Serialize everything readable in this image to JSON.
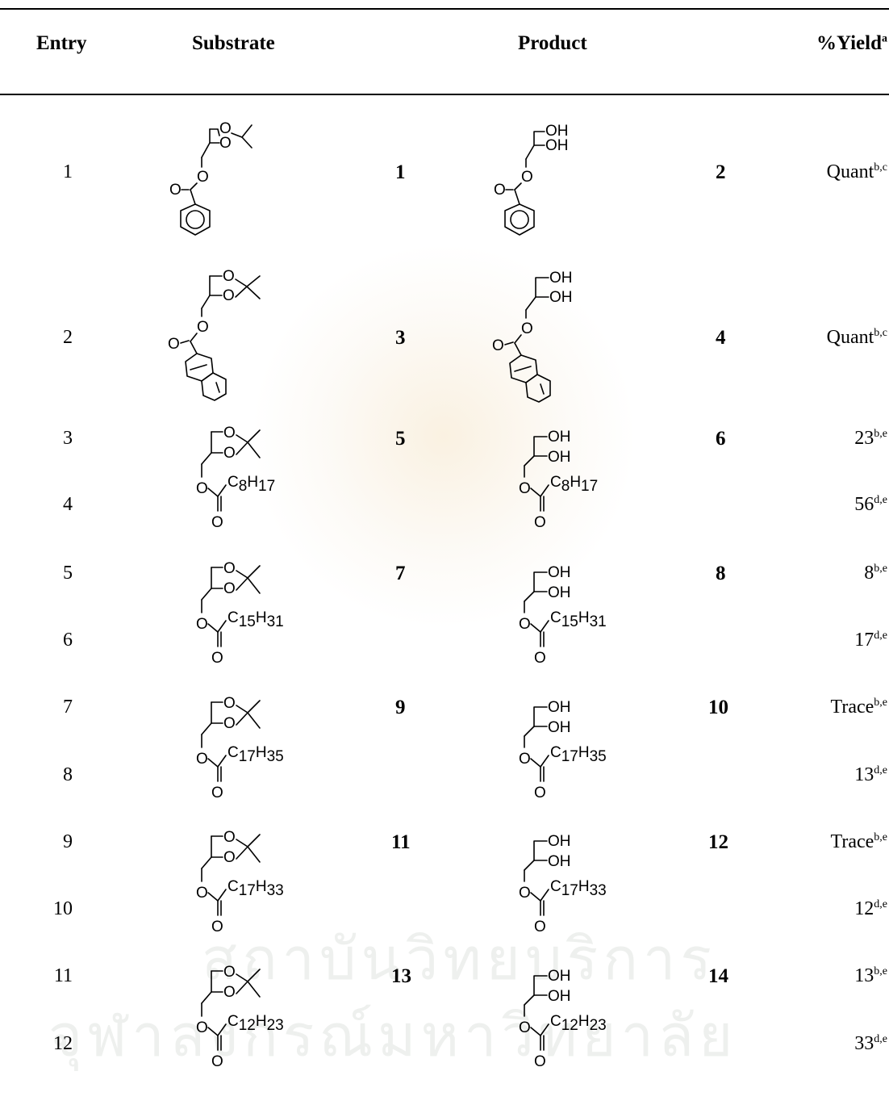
{
  "headers": {
    "entry": "Entry",
    "substrate": "Substrate",
    "product": "Product",
    "yield": "%Yield",
    "yield_sup": "a"
  },
  "rows": [
    {
      "entry": "1",
      "sub_num": "1",
      "prod_num": "2",
      "yield": "Quant",
      "sup": "b,c"
    },
    {
      "entry": "2",
      "sub_num": "3",
      "prod_num": "4",
      "yield": "Quant",
      "sup": "b,c"
    },
    {
      "entry": "3",
      "sub_num": "5",
      "prod_num": "6",
      "yield": "23",
      "sup": "b,e"
    },
    {
      "entry": "4",
      "yield": "56",
      "sup": "d,e"
    },
    {
      "entry": "5",
      "sub_num": "7",
      "prod_num": "8",
      "yield": "8",
      "sup": "b,e"
    },
    {
      "entry": "6",
      "yield": "17",
      "sup": "d,e"
    },
    {
      "entry": "7",
      "sub_num": "9",
      "prod_num": "10",
      "yield": "Trace",
      "sup": "b,e"
    },
    {
      "entry": "8",
      "yield": "13",
      "sup": "d,e"
    },
    {
      "entry": "9",
      "sub_num": "11",
      "prod_num": "12",
      "yield": "Trace",
      "sup": "b,e"
    },
    {
      "entry": "10",
      "yield": "12",
      "sup": "d,e"
    },
    {
      "entry": "11",
      "sub_num": "13",
      "prod_num": "14",
      "yield": "13",
      "sup": "b,e"
    },
    {
      "entry": "12",
      "yield": "33",
      "sup": "d,e"
    }
  ],
  "chains": [
    {
      "c": "C",
      "n1": "8",
      "h": "H",
      "n2": "17"
    },
    {
      "c": "C",
      "n1": "15",
      "h": "H",
      "n2": "31"
    },
    {
      "c": "C",
      "n1": "17",
      "h": "H",
      "n2": "35"
    },
    {
      "c": "C",
      "n1": "17",
      "h": "H",
      "n2": "33"
    },
    {
      "c": "C",
      "n1": "12",
      "h": "H",
      "n2": "23"
    }
  ],
  "atoms": {
    "O": "O",
    "OH": "OH"
  },
  "watermark": {
    "line1": "สถาบันวิทยบริการ",
    "line2": "จุฬาลงกรณ์มหาวิทยาลัย"
  }
}
